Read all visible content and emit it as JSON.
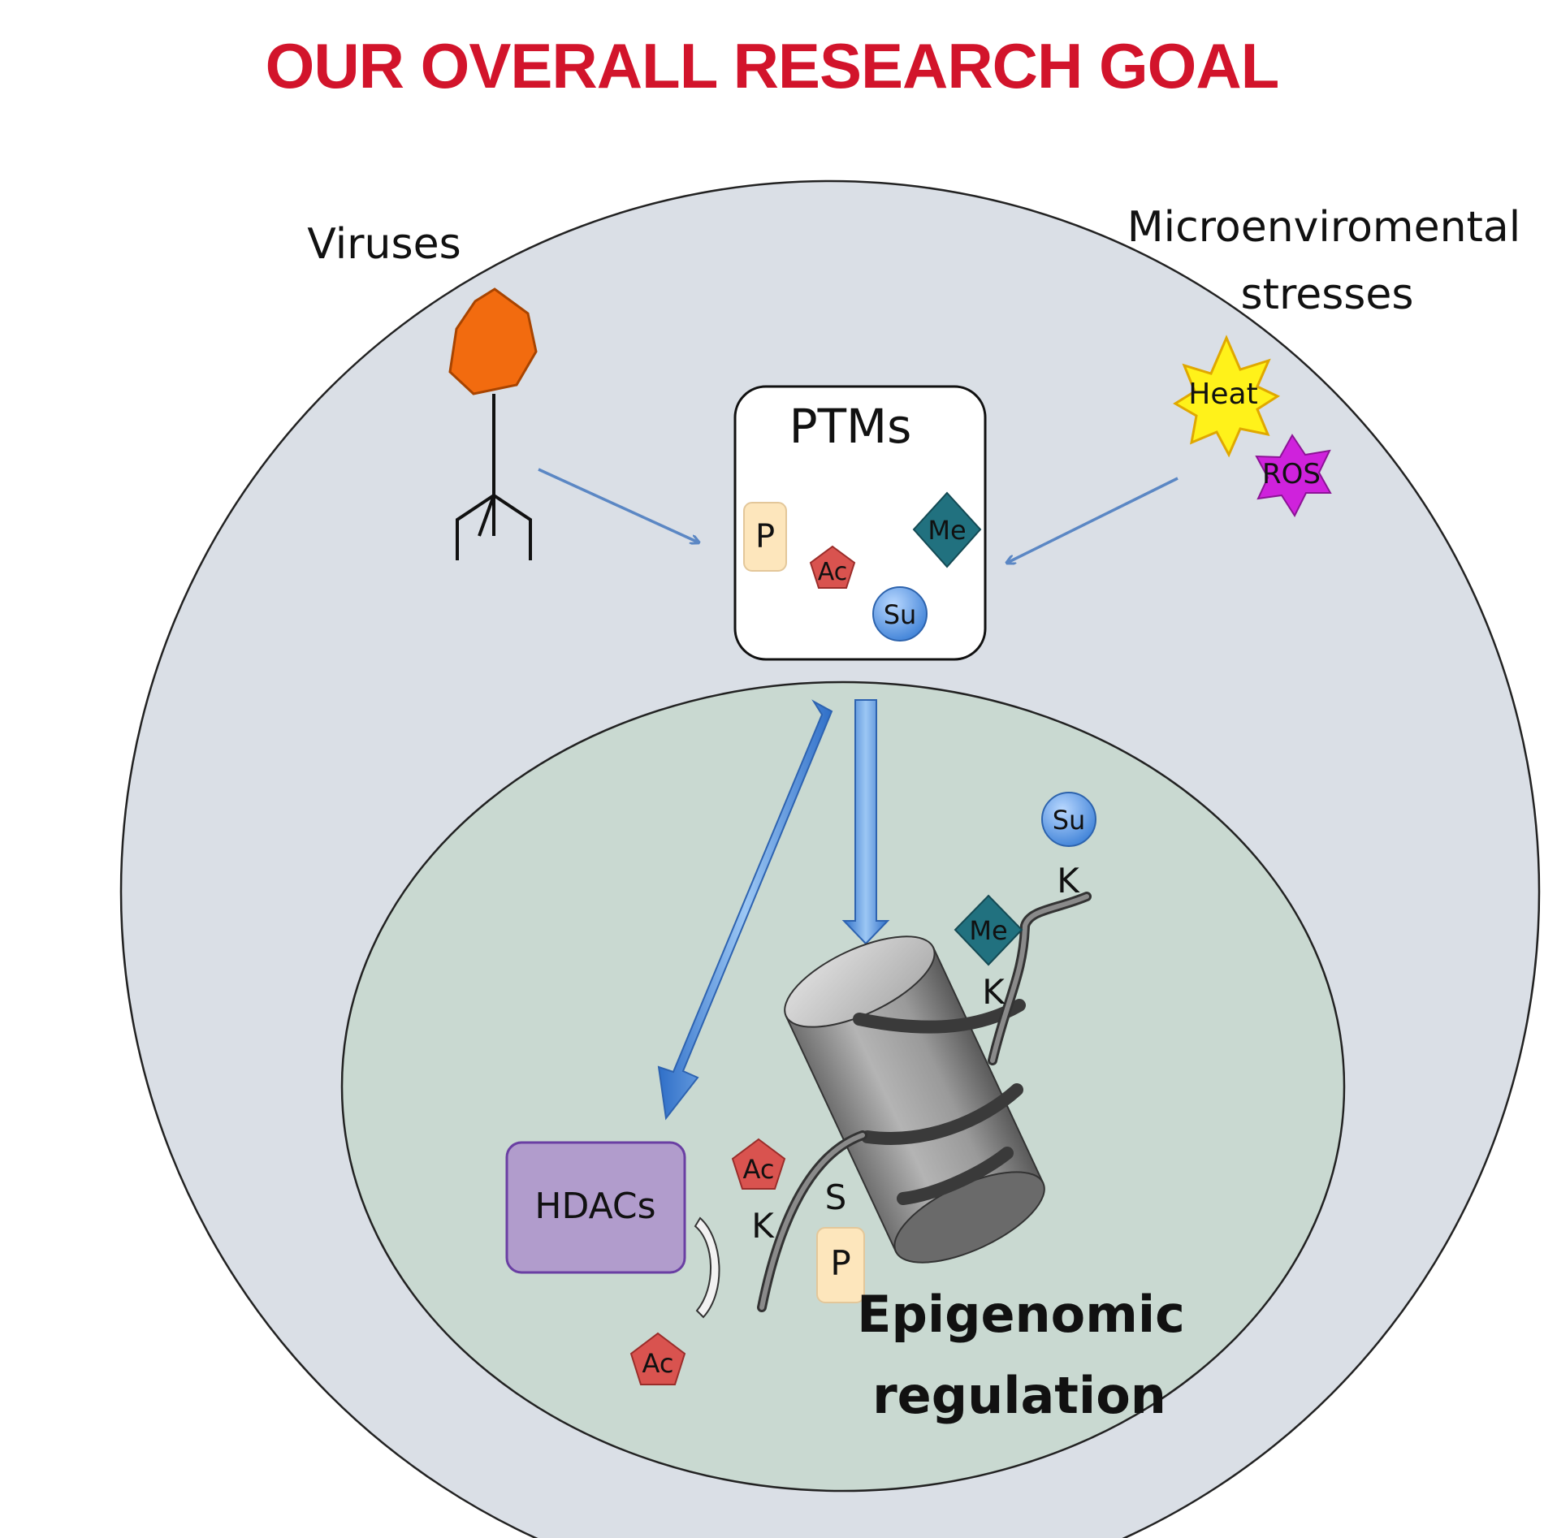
{
  "title": "OUR OVERALL RESEARCH GOAL",
  "colors": {
    "title": "#d2142b",
    "cell": "#dadfe6",
    "nucleus": "#c9d9d1",
    "virus": "#f26b0f",
    "heat": "#fff21a",
    "ros": "#cf22dc",
    "phospho": "#fde6bc",
    "acetyl": "#d9534f",
    "methyl": "#21717f",
    "sumo": "#5c9ee8",
    "hdac": "#b19ccc",
    "arrow": "#5b87c4"
  },
  "labels": {
    "viruses": "Viruses",
    "micro_line1": "Microenviromental",
    "micro_line2": "stresses",
    "heat": "Heat",
    "ros": "ROS",
    "ptms": "PTMs",
    "hdacs": "HDACs",
    "epi_line1": "Epigenomic",
    "epi_line2": "regulation"
  },
  "ptm_marks": {
    "p": "P",
    "ac": "Ac",
    "me": "Me",
    "su": "Su"
  },
  "residues": {
    "k": "K",
    "s": "S"
  }
}
